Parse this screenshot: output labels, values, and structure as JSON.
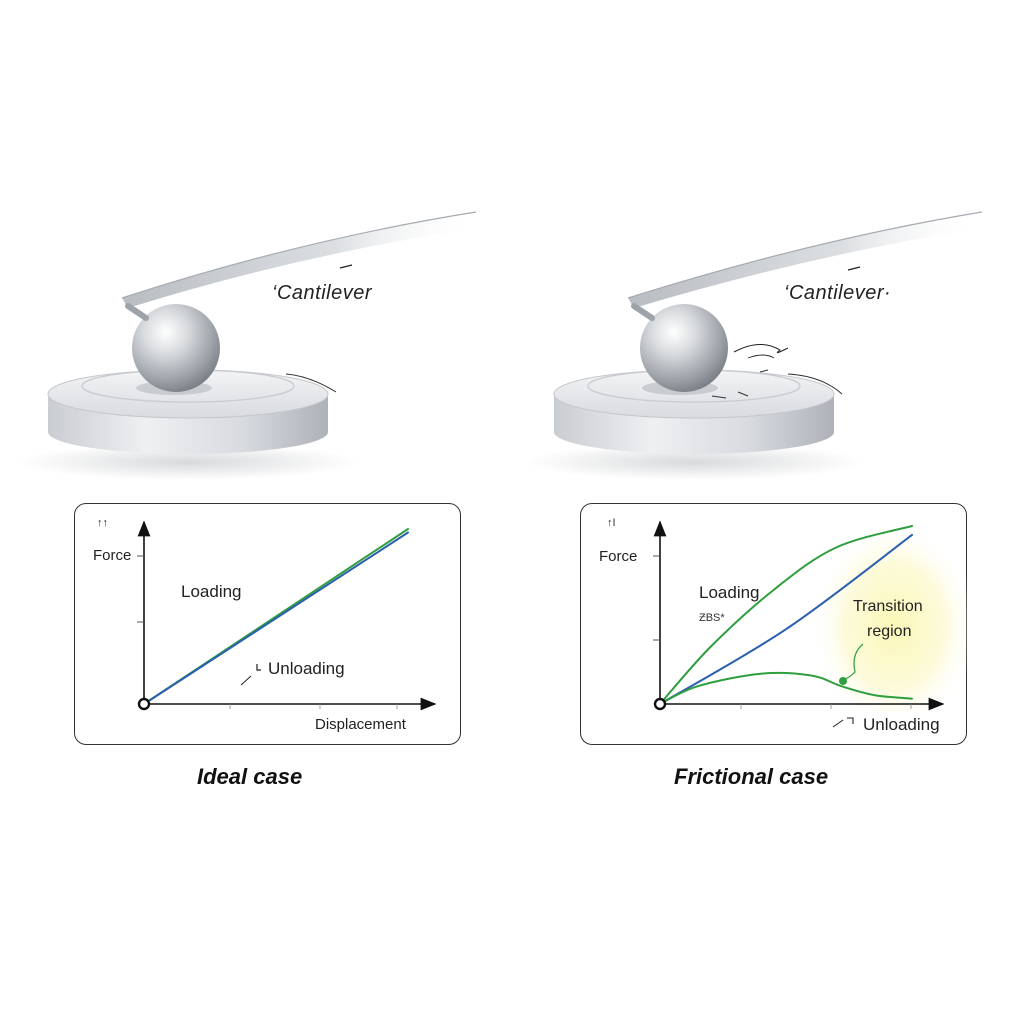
{
  "left": {
    "cantilever_label": "‘Cantilever",
    "case_title": "Ideal case",
    "chart": {
      "y_tick_mark": "↑↑",
      "ylabel": "Force",
      "xlabel": "Displacement",
      "loading_label": "Loading",
      "unloading_label": "Unloading"
    }
  },
  "right": {
    "cantilever_label": "‘Cantilever·",
    "case_title": "Frictional case",
    "chart": {
      "y_tick_mark": "↑I",
      "ylabel": "Force",
      "loading_label": "Loading",
      "stray_mark": "ƵBS*",
      "transition_label_line1": "Transition",
      "transition_label_line2": "region",
      "unloading_label": "Unloading"
    }
  },
  "chart_data": [
    {
      "type": "line",
      "title": "Ideal case",
      "xlabel": "Displacement",
      "ylabel": "Force",
      "xlim": [
        0,
        1
      ],
      "ylim": [
        0,
        1
      ],
      "series": [
        {
          "name": "Loading",
          "color": "#2e9e3e",
          "x": [
            0,
            1
          ],
          "y": [
            0,
            1
          ]
        },
        {
          "name": "Unloading",
          "color": "#2a5fb0",
          "x": [
            0,
            1
          ],
          "y": [
            0,
            0.98
          ]
        }
      ]
    },
    {
      "type": "line",
      "title": "Frictional case",
      "ylabel": "Force",
      "xlim": [
        0,
        1
      ],
      "ylim": [
        0,
        1
      ],
      "series": [
        {
          "name": "Loading",
          "color": "#2e9e3e",
          "x": [
            0,
            0.2,
            0.45,
            0.7,
            1.0
          ],
          "y": [
            0,
            0.32,
            0.64,
            0.88,
            1.0
          ]
        },
        {
          "color": "#2a5fb0",
          "x": [
            0,
            0.5,
            1.0
          ],
          "y": [
            0,
            0.42,
            0.95
          ]
        },
        {
          "name": "Unloading",
          "color": "#2e9e3e",
          "x": [
            0,
            0.15,
            0.4,
            0.6,
            0.72,
            0.85,
            1.0
          ],
          "y": [
            0,
            0.1,
            0.17,
            0.16,
            0.1,
            0.05,
            0.03
          ]
        }
      ],
      "annotations": [
        "Transition region"
      ]
    }
  ],
  "colors": {
    "loading": "#2e9e3e",
    "unloading": "#2a5fb0",
    "transition_highlight": "#f6f2a8"
  }
}
